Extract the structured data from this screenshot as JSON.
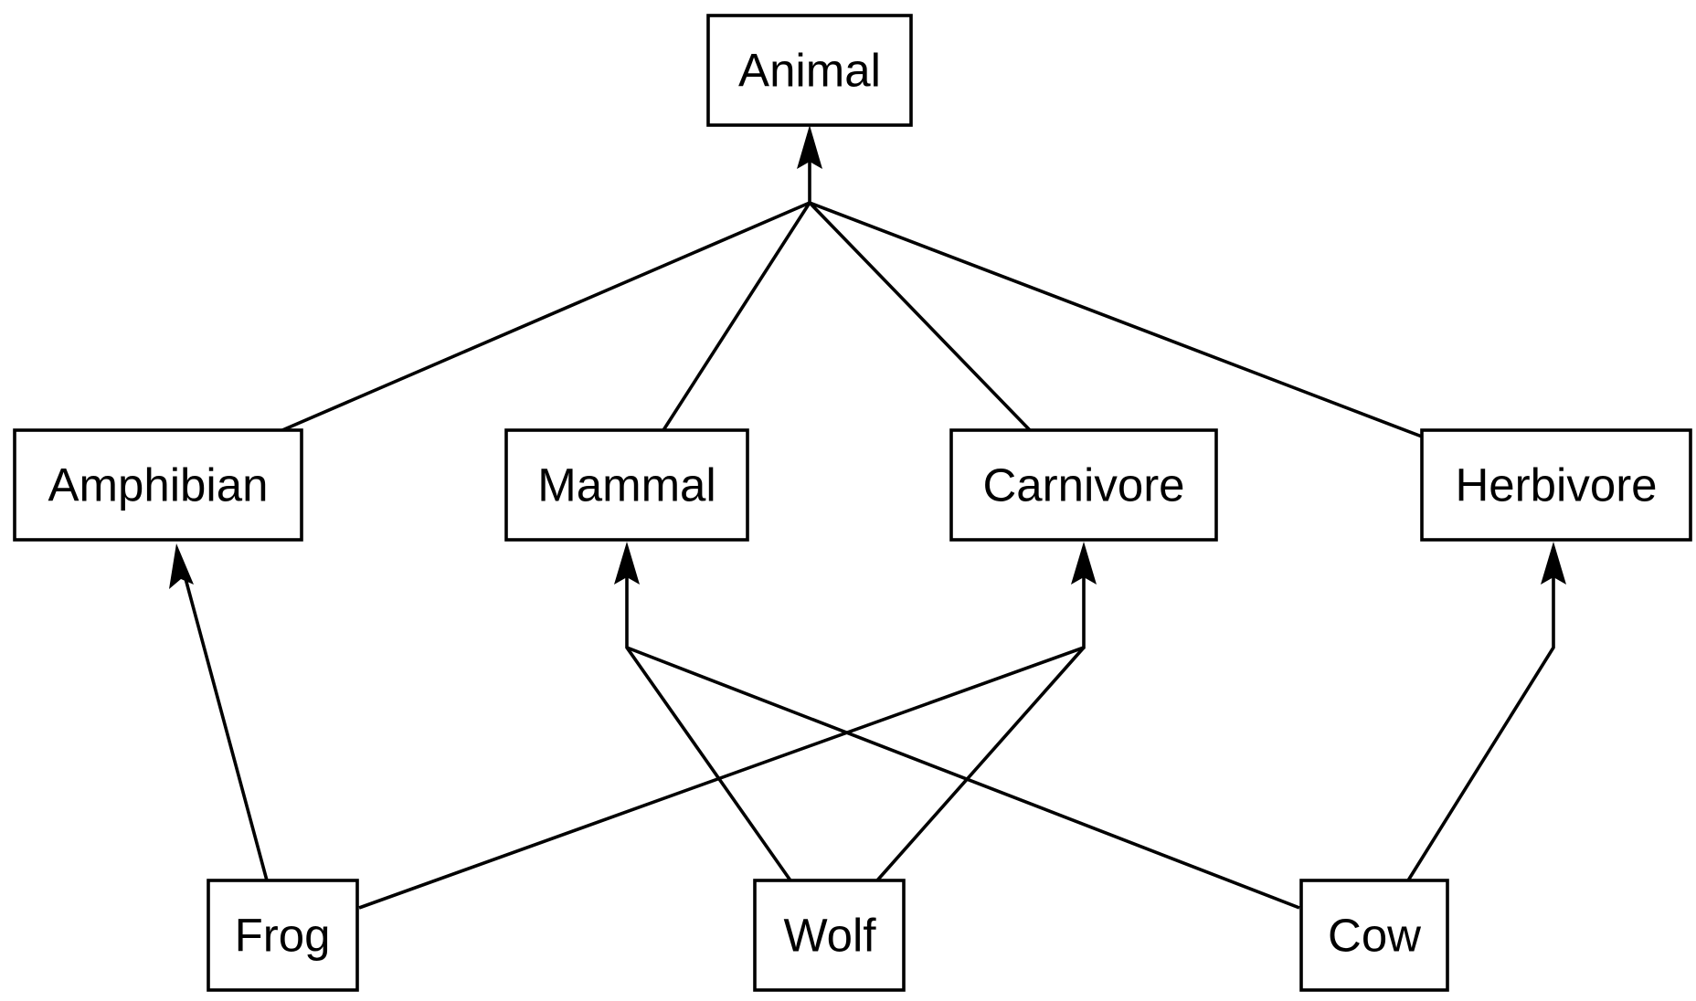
{
  "diagram": {
    "nodes": {
      "animal": "Animal",
      "amphibian": "Amphibian",
      "mammal": "Mammal",
      "carnivore": "Carnivore",
      "herbivore": "Herbivore",
      "frog": "Frog",
      "wolf": "Wolf",
      "cow": "Cow"
    },
    "edges": [
      {
        "from": "amphibian",
        "to": "animal"
      },
      {
        "from": "mammal",
        "to": "animal"
      },
      {
        "from": "carnivore",
        "to": "animal"
      },
      {
        "from": "herbivore",
        "to": "animal"
      },
      {
        "from": "frog",
        "to": "amphibian"
      },
      {
        "from": "frog",
        "to": "carnivore"
      },
      {
        "from": "wolf",
        "to": "mammal"
      },
      {
        "from": "wolf",
        "to": "carnivore"
      },
      {
        "from": "cow",
        "to": "mammal"
      },
      {
        "from": "cow",
        "to": "herbivore"
      }
    ]
  }
}
